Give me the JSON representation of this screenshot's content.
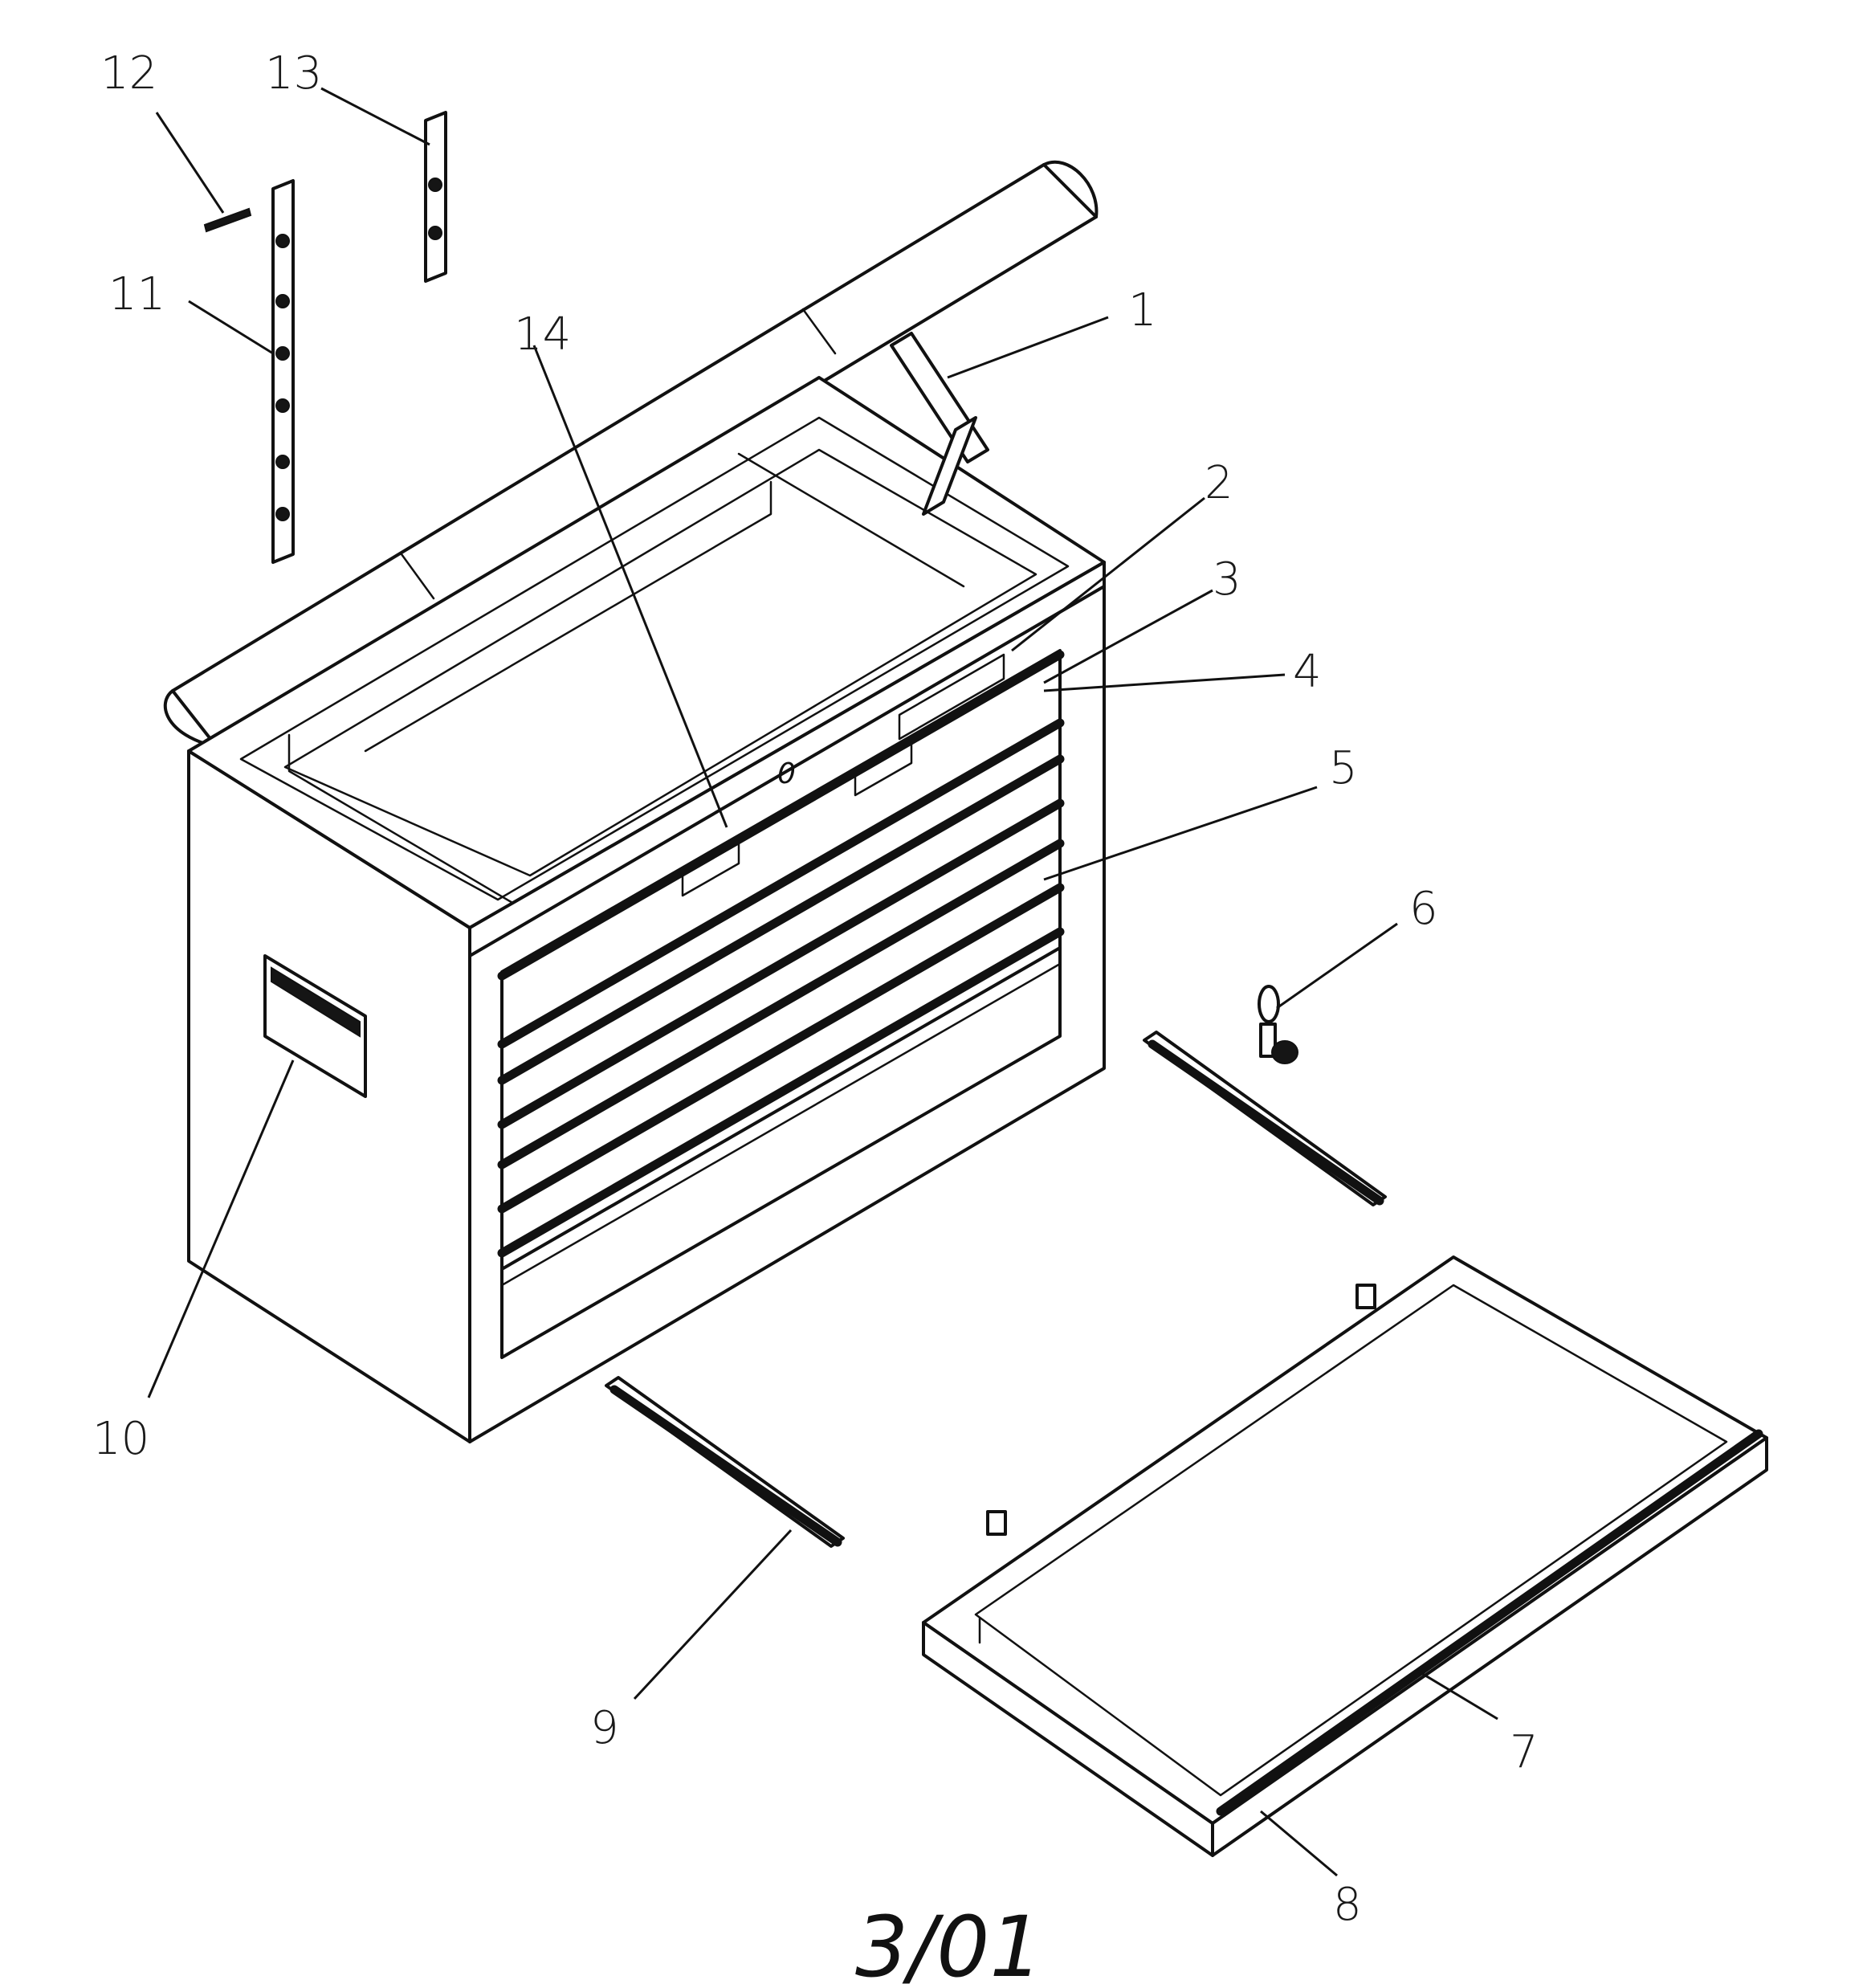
{
  "diagram": {
    "callouts": [
      {
        "id": "1",
        "label": "1"
      },
      {
        "id": "2",
        "label": "2"
      },
      {
        "id": "3",
        "label": "3"
      },
      {
        "id": "4",
        "label": "4"
      },
      {
        "id": "5",
        "label": "5"
      },
      {
        "id": "6",
        "label": "6"
      },
      {
        "id": "7",
        "label": "7"
      },
      {
        "id": "8",
        "label": "8"
      },
      {
        "id": "9",
        "label": "9"
      },
      {
        "id": "10",
        "label": "10"
      },
      {
        "id": "11",
        "label": "11"
      },
      {
        "id": "12",
        "label": "12"
      },
      {
        "id": "13",
        "label": "13"
      },
      {
        "id": "14",
        "label": "14"
      }
    ],
    "date_stamp": "3/01"
  }
}
